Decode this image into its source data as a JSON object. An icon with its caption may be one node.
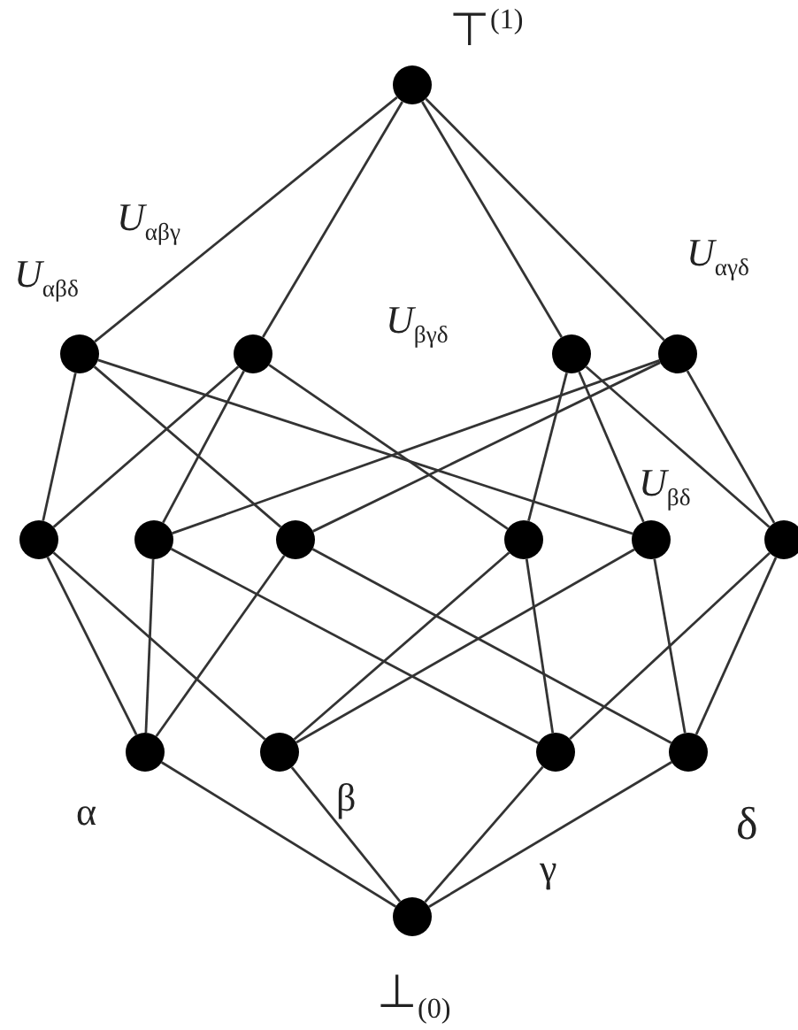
{
  "diagram": {
    "nodes": [
      {
        "text": [],
        "shape": "circle",
        "beside": [
          "⊤$^{(1)}$"
        ]
      },
      {
        "text": [],
        "shape": "circle"
      },
      {
        "text": [],
        "shape": "circle"
      },
      {
        "text": [],
        "shape": "circle"
      },
      {
        "text": [],
        "shape": "circle"
      },
      {
        "text": [],
        "shape": "circle"
      },
      {
        "text": [],
        "shape": "circle"
      },
      {
        "text": [],
        "shape": "circle"
      },
      {
        "text": [],
        "shape": "circle"
      },
      {
        "text": [],
        "shape": "circle"
      },
      {
        "text": [],
        "shape": "circle"
      },
      {
        "text": [],
        "shape": "circle"
      },
      {
        "text": [],
        "shape": "circle"
      },
      {
        "text": [],
        "shape": "circle"
      },
      {
        "text": [],
        "shape": "circle"
      },
      {
        "text": [],
        "shape": "circle",
        "beside": [
          "⊥$_{(0)}$"
        ]
      }
    ],
    "edges": [
      {
        "from": 0,
        "to": 1,
        "arrow": "none"
      },
      {
        "from": 0,
        "to": 2,
        "arrow": "none"
      },
      {
        "from": 0,
        "to": 3,
        "arrow": "none"
      },
      {
        "from": 0,
        "to": 4,
        "arrow": "none"
      },
      {
        "from": 1,
        "to": 5,
        "arrow": "none"
      },
      {
        "from": 2,
        "to": 5,
        "arrow": "none"
      },
      {
        "from": 2,
        "to": 6,
        "arrow": "none"
      },
      {
        "from": 4,
        "to": 6,
        "arrow": "none"
      },
      {
        "from": 1,
        "to": 7,
        "arrow": "none"
      },
      {
        "from": 4,
        "to": 7,
        "arrow": "none"
      },
      {
        "from": 2,
        "to": 8,
        "arrow": "none"
      },
      {
        "from": 3,
        "to": 8,
        "arrow": "none"
      },
      {
        "from": 1,
        "to": 9,
        "arrow": "none"
      },
      {
        "from": 3,
        "to": 9,
        "arrow": "none"
      },
      {
        "from": 3,
        "to": 10,
        "arrow": "none"
      },
      {
        "from": 4,
        "to": 10,
        "arrow": "none"
      },
      {
        "from": 5,
        "to": 11,
        "arrow": "none"
      },
      {
        "from": 5,
        "to": 12,
        "arrow": "none"
      },
      {
        "from": 6,
        "to": 11,
        "arrow": "none"
      },
      {
        "from": 6,
        "to": 13,
        "arrow": "none"
      },
      {
        "from": 7,
        "to": 11,
        "arrow": "none"
      },
      {
        "from": 7,
        "to": 14,
        "arrow": "none"
      },
      {
        "from": 8,
        "to": 12,
        "arrow": "none"
      },
      {
        "from": 8,
        "to": 13,
        "arrow": "none"
      },
      {
        "from": 9,
        "to": 12,
        "arrow": "none"
      },
      {
        "from": 9,
        "to": 14,
        "arrow": "none"
      },
      {
        "from": 10,
        "to": 13,
        "arrow": "none"
      },
      {
        "from": 10,
        "to": 14,
        "arrow": "none"
      },
      {
        "from": 11,
        "to": 15,
        "arrow": "none"
      },
      {
        "from": 12,
        "to": 15,
        "arrow": "none"
      },
      {
        "from": 13,
        "to": 15,
        "arrow": "none"
      },
      {
        "from": 14,
        "to": 15,
        "arrow": "none"
      }
    ],
    "labels": [
      "*U*$_{αβγ}$",
      "*U*$_{αβδ}$",
      "*U*$_{αγδ}$",
      "*U*$_{βγδ}$",
      "*U*$_{βδ}$",
      "α",
      "β",
      "δ",
      "γ"
    ]
  }
}
